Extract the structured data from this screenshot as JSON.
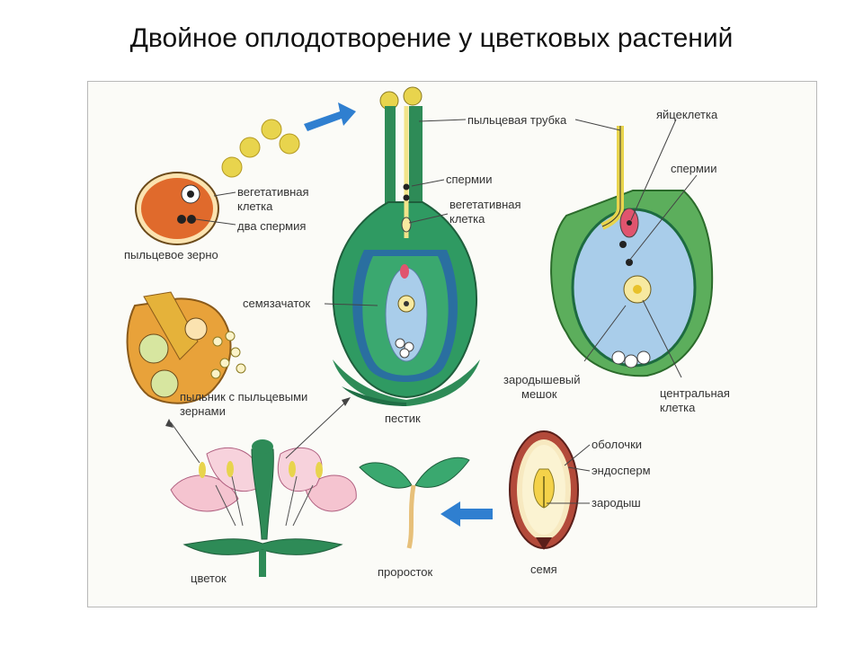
{
  "title": "Двойное оплодотворение у цветковых растений",
  "labels": {
    "pollen_tube": "пыльцевая трубка",
    "egg_cell": "яйцеклетка",
    "sperms_pistil": "спермии",
    "sperms_ovule": "спермии",
    "vegetative_pollen_1": "вегетативная",
    "vegetative_pollen_2": "клетка",
    "two_sperms": "два спермия",
    "pollen_grain": "пыльцевое зерно",
    "vegetative_pistil_1": "вегетативная",
    "vegetative_pistil_2": "клетка",
    "ovule": "семязачаток",
    "pistil": "пестик",
    "embryo_sac_1": "зародышевый",
    "embryo_sac_2": "мешок",
    "central_cell_1": "центральная",
    "central_cell_2": "клетка",
    "anther_1": "пыльник с пыльцевыми",
    "anther_2": "зернами",
    "coats": "оболочки",
    "endosperm": "эндосперм",
    "embryo": "зародыш",
    "flower": "цветок",
    "seedling": "проросток",
    "seed": "семя"
  },
  "colors": {
    "arrow_blue": "#2f7fd0",
    "pistil_green": "#2e8b57",
    "pollen_yellow": "#e8d44d",
    "embryo_sac_blue": "#a9cdea",
    "pollen_orange": "#e06a2c"
  }
}
